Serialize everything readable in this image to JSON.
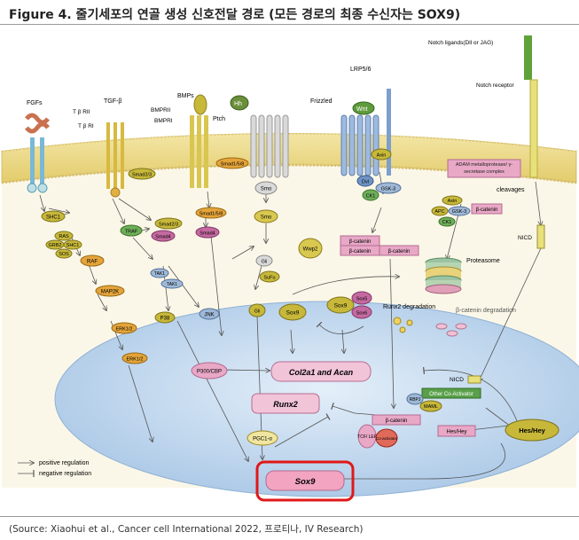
{
  "title": "Figure 4. 줄기세포의 연골 생성 신호전달 경로 (모든 경로의 최종 수신자는 SOX9)",
  "source": "(Source: Xiaohui et al., Cancer cell International 2022, 프로티나, IV Research)",
  "receptors": {
    "fgfs": "FGFs",
    "tgfb": "TGF-β",
    "tbr2": "T β RII",
    "tbr1": "T β RI",
    "bmps": "BMPs",
    "bmpr2": "BMPRII",
    "bmpr1": "BMPRI",
    "hh": "Hh",
    "ptch": "Ptch",
    "wnt": "Wnt",
    "frizzled": "Frizzled",
    "lrp": "LRP5/6",
    "notch_ligands": "Notch ligands(Dll or JAG)",
    "notch_receptor": "Notch receptor"
  },
  "nodes": {
    "shc1a": "SHC1",
    "ras": "RAS",
    "grb2": "GRB2",
    "shc1b": "SHC1",
    "sos": "SOS",
    "raf": "RAF",
    "map2k": "MAP2K",
    "erk1": "ERK1/2",
    "erk2": "ERK1/2",
    "smad23": "Smad2/3",
    "smad158a": "Smad1/5/8",
    "smad158b": "Smad1/5/8",
    "smad23b": "Smad2/3",
    "smad4": "Smad4",
    "smad4b": "Smad4",
    "traf": "TRAF",
    "tak1": "TAK1",
    "tak1b": "TAK1",
    "p38": "P38",
    "jnk": "JNK",
    "smo1": "Smo",
    "smo2": "Smo",
    "gli1": "Gli",
    "sufu": "SuFu",
    "gli2": "Gli",
    "wwp2": "Wwp2",
    "sox9a": "Sox9",
    "sox9b": "Sox9",
    "sox5": "Sox5",
    "sox6": "Sox6",
    "axin1": "Axin",
    "dvl": "Dvl",
    "gsk3a": "GSK-3",
    "ck1": "CK1",
    "adam": "ADAM metalloprotease/ γ-secretase complex",
    "cleavages": "cleavages",
    "axin2": "Axin",
    "apc": "APC",
    "gsk3b": "GSK-3",
    "ck1b": "CK1",
    "bcat_p": "β-catenin",
    "bcat1": "β-catenin",
    "bcat2": "β-catenin",
    "bcat3": "β-catenin",
    "proteasome": "Proteasome",
    "runx2_deg": "Runx2 degradation",
    "bcat_deg": "β-catenin degradation",
    "nicd1": "NICD",
    "nicd2": "NICD",
    "other_coact": "Other Co-Activator",
    "rbpj": "RBPJ",
    "maml": "MAML",
    "hes1": "Hes/Hey",
    "hes2": "Hes/Hey",
    "p300": "P300/CBP",
    "col2a1": "Col2a1 and Acan",
    "runx2": "Runx2",
    "pgc1": "PGC1-α",
    "tcf": "TCF/ LEF",
    "coact": "Co-activator",
    "bcat_nuc": "β-catenin",
    "sox9_main": "Sox9"
  },
  "legend": {
    "positive": "positive regulation",
    "negative": "negative regulation"
  },
  "colors": {
    "membrane": "#ecd98a",
    "nucleus": "#bcd6ee",
    "olive": "#c8b927",
    "pink": "#e8a8c6",
    "highlight": "#e01818"
  }
}
